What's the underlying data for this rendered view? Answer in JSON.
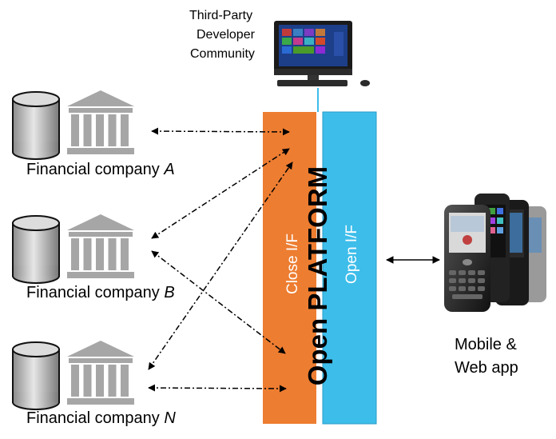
{
  "developer": {
    "label_lines": [
      "Third-Party",
      "Developer",
      "Community"
    ],
    "icon": "desktop-computer-icon"
  },
  "companies": [
    {
      "name": "Financial company ",
      "suffix": "A",
      "icons": [
        "database-icon",
        "bank-building-icon"
      ]
    },
    {
      "name": "Financial company ",
      "suffix": "B",
      "icons": [
        "database-icon",
        "bank-building-icon"
      ]
    },
    {
      "name": "Financial company ",
      "suffix": "N",
      "icons": [
        "database-icon",
        "bank-building-icon"
      ]
    }
  ],
  "platform": {
    "title": "Open PLATFORM",
    "close_if": "Close I/F",
    "open_if": "Open I/F",
    "colors": {
      "close": "#ED7D31",
      "open": "#3DBDEA"
    }
  },
  "mobile": {
    "label_lines": [
      "Mobile &",
      "Web app"
    ],
    "icon": "smartphones-icon"
  }
}
